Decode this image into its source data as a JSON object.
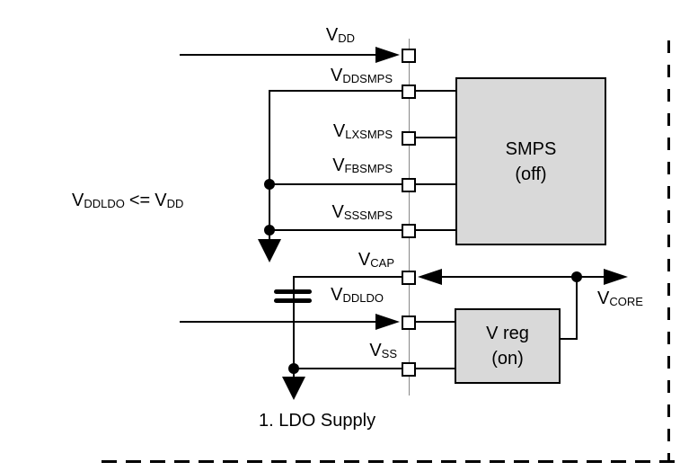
{
  "diagram": {
    "labels": {
      "vdd": {
        "main": "V",
        "sub": "DD"
      },
      "vddsmps": {
        "main": "V",
        "sub": "DDSMPS"
      },
      "vlxsmps": {
        "main": "V",
        "sub": "LXSMPS"
      },
      "vfbsmps": {
        "main": "V",
        "sub": "FBSMPS"
      },
      "vsssmps": {
        "main": "V",
        "sub": "SSSMPS"
      },
      "vcap": {
        "main": "V",
        "sub": "CAP"
      },
      "vddldo": {
        "main": "V",
        "sub": "DDLDO"
      },
      "vss": {
        "main": "V",
        "sub": "SS"
      },
      "vcore": {
        "main": "V",
        "sub": "CORE"
      }
    },
    "condition": {
      "lhs_main": "V",
      "lhs_sub": "DDLDO",
      "op": "<=",
      "rhs_main": "V",
      "rhs_sub": "DD"
    },
    "blocks": {
      "smps": {
        "title": "SMPS",
        "state": "(off)"
      },
      "vreg": {
        "title": "V reg",
        "state": "(on)"
      }
    },
    "caption": "1. LDO Supply",
    "colors": {
      "block_fill": "#d9d9d9",
      "line": "#000000",
      "pin_line": "#888888"
    }
  }
}
